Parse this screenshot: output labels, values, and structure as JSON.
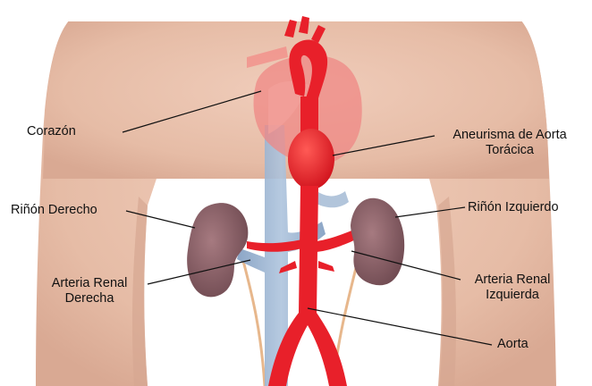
{
  "labels": {
    "corazon": "Corazón",
    "rinon_derecho": "Riñón Derecho",
    "arteria_renal_derecha_1": "Arteria Renal",
    "arteria_renal_derecha_2": "Derecha",
    "aneurisma_1": "Aneurisma de Aorta",
    "aneurisma_2": "Torácica",
    "rinon_izquierdo": "Riñón Izquierdo",
    "arteria_renal_izquierda_1": "Arteria Renal",
    "arteria_renal_izquierda_2": "Izquierda",
    "aorta": "Aorta"
  },
  "colors": {
    "skin": "#e9c0ab",
    "skin_dark": "#dcae98",
    "artery": "#e8202a",
    "vein": "#8eaac9",
    "kidney": "#8a5d63",
    "heart": "#f08a85",
    "ureter": "#e3b488"
  }
}
